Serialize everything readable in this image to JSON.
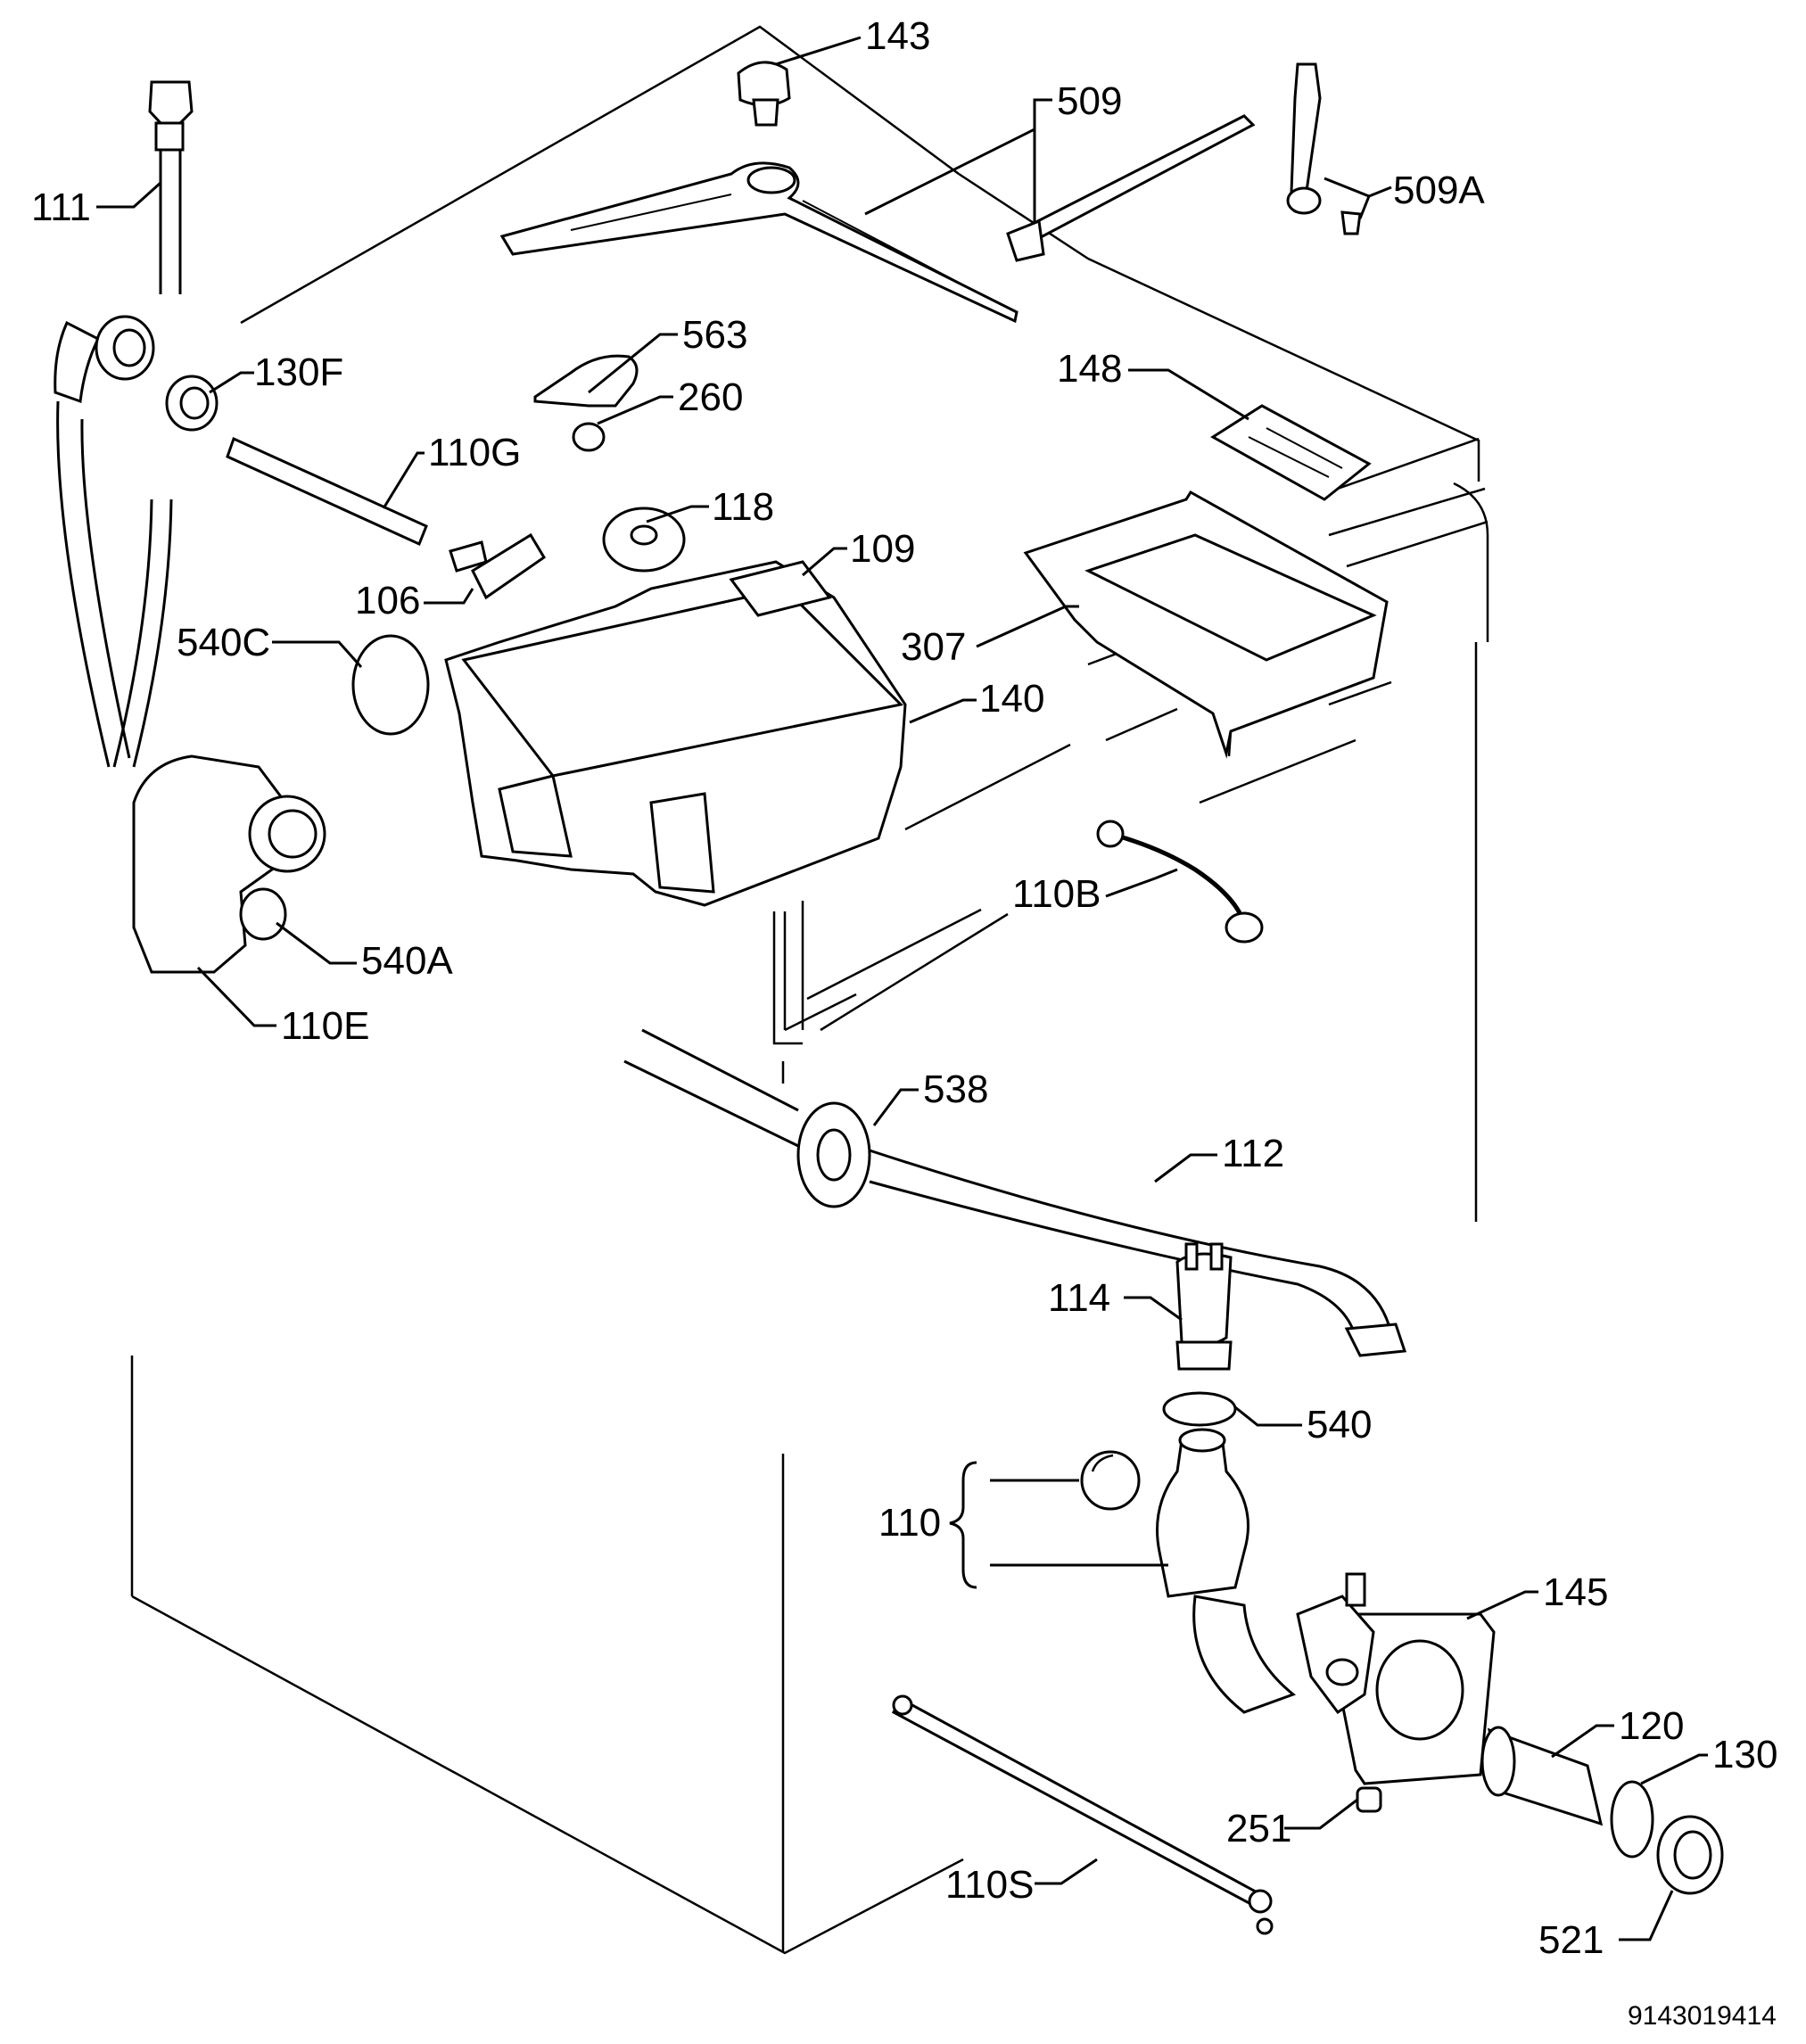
{
  "diagram": {
    "document_number": "9143019414",
    "callouts": {
      "p143": "143",
      "p509": "509",
      "p509a": "509A",
      "p111": "111",
      "p563": "563",
      "p130f": "130F",
      "p260": "260",
      "p148": "148",
      "p110g": "110G",
      "p118": "118",
      "p109": "109",
      "p106": "106",
      "p540c": "540C",
      "p307": "307",
      "p140": "140",
      "p110b": "110B",
      "p540a": "540A",
      "p110e": "110E",
      "p538": "538",
      "p112": "112",
      "p114": "114",
      "p540": "540",
      "p110": "110",
      "p145": "145",
      "p120": "120",
      "p130": "130",
      "p251": "251",
      "p110s": "110S",
      "p521": "521"
    }
  }
}
